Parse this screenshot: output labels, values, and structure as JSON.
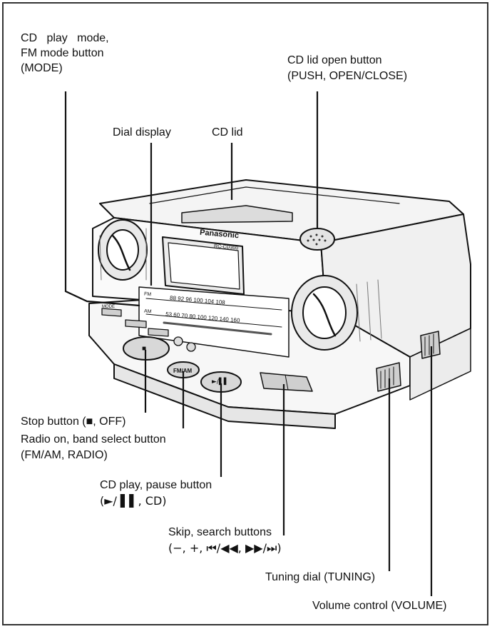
{
  "labels": {
    "mode_line1": "CD   play   mode,",
    "mode_line2": "FM mode button",
    "mode_line3": "(MODE)",
    "lid_open_line1": "CD lid open button",
    "lid_open_line2": "(PUSH, OPEN/CLOSE)",
    "dial_display": "Dial display",
    "cd_lid": "CD lid",
    "stop_button": "Stop button (■, OFF)",
    "radio_line1": "Radio on, band select button",
    "radio_line2": "(FM/AM, RADIO)",
    "cdplay_line1": "CD play, pause button",
    "cdplay_line2": "(►/ ▌▌, CD)",
    "skip_line1": "Skip, search buttons",
    "skip_line2": "(−, +, ⏮/◀◀, ▶▶/⏭)",
    "tuning_dial": "Tuning dial (TUNING)",
    "volume_control": "Volume control (VOLUME)"
  },
  "device": {
    "brand": "Panasonic",
    "model": "RC-CD300",
    "dial_band_fm": "FM",
    "dial_band_am": "AM",
    "dial_fm_scale": "88   92   96 100 104 108",
    "dial_am_scale": "53   60   70 80 100 120 140 160",
    "btn_stop": "■",
    "btn_radio": "FM/AM",
    "btn_play": "►/▌▌",
    "btn_mode": "MODE"
  }
}
